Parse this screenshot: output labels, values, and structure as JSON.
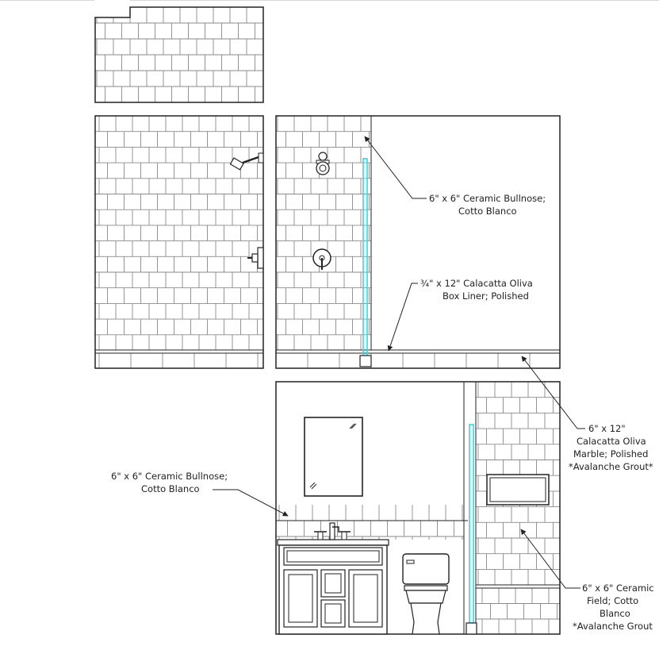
{
  "drawing": {
    "callouts": {
      "bullnose_upper": {
        "line1": "6\" x 6\" Ceramic Bullnose;",
        "line2": "Cotto Blanco"
      },
      "box_liner": {
        "line1": "¾\" x 12\" Calacatta Oliva",
        "line2": "Box Liner; Polished"
      },
      "marble_field": {
        "line1": "6\" x 12\"",
        "line2": "Calacatta Oliva",
        "line3": "Marble; Polished",
        "line4": "*Avalanche Grout*"
      },
      "bullnose_lower": {
        "line1": "6\" x 6\" Ceramic Bullnose;",
        "line2": "Cotto Blanco"
      },
      "ceramic_field": {
        "line1": "6\" x 6\" Ceramic",
        "line2": "Field; Cotto",
        "line3": "Blanco",
        "line4": "*Avalanche Grout"
      }
    },
    "colors": {
      "line": "#222222",
      "grout": "#8a8a8a",
      "glass": "#33d6e6",
      "background": "#ffffff"
    },
    "icons": [
      "shower-head-icon",
      "valve-icon",
      "faucet-icon",
      "toilet-icon",
      "vanity-icon",
      "mirror-icon",
      "niche-icon"
    ]
  }
}
